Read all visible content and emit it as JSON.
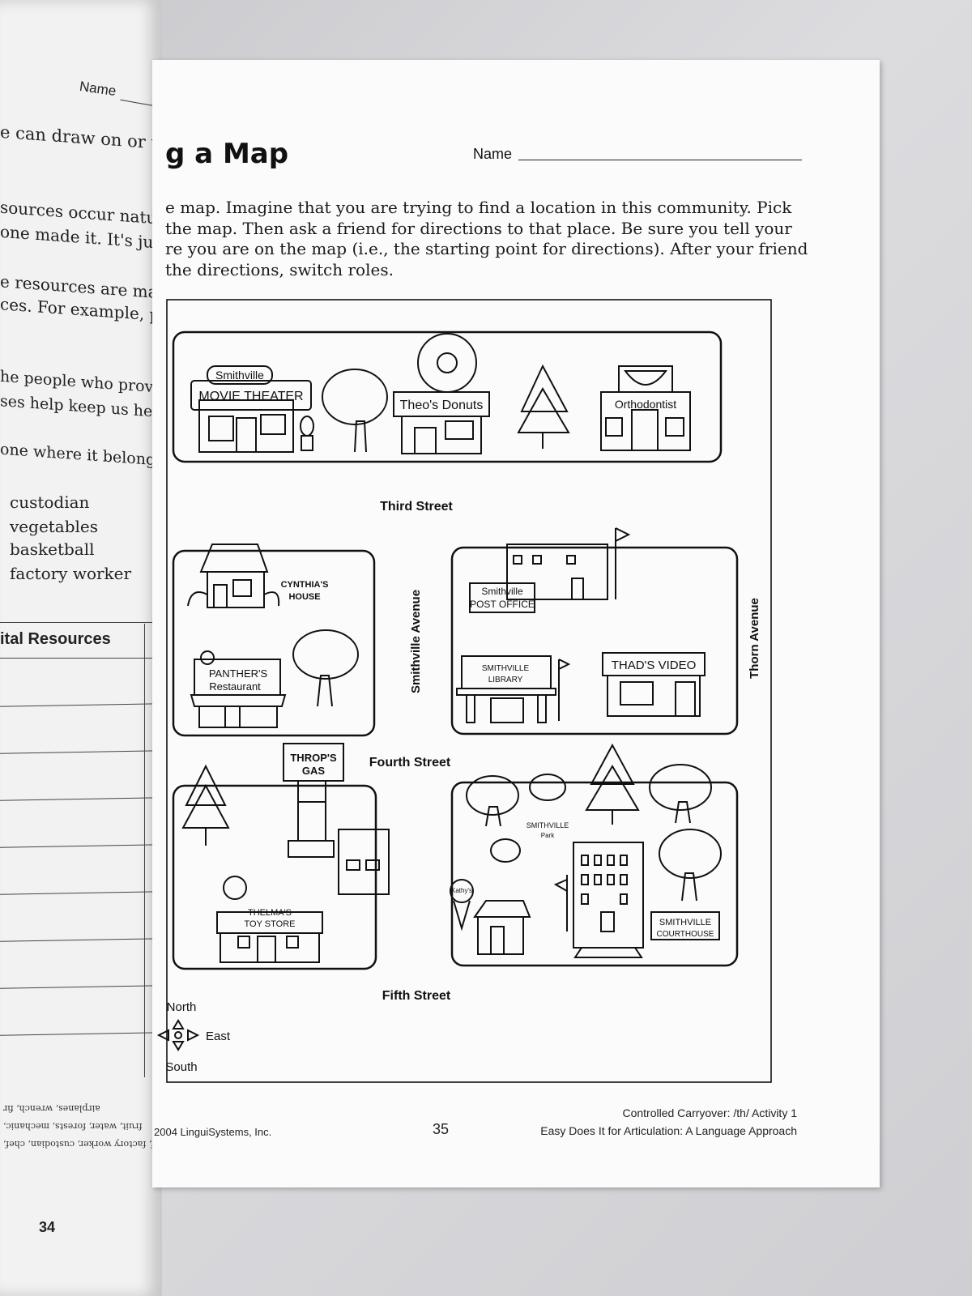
{
  "left_page": {
    "name_label": "Name",
    "lines": [
      "e can draw on or use wh",
      "sources occur naturally",
      "one made it.  It's just th",
      "e resources are made by",
      "ces.  For example, people",
      "he people who provide h",
      "ses help keep us health",
      "one where it belongs in t"
    ],
    "word_list": [
      "custodian",
      "vegetables",
      "basketball",
      "factory worker"
    ],
    "table_heading": "ital Resources",
    "upside_down_lines": [
      "shelf, factory worker, custodian, chef,",
      "fruit, water, forests, mechanic,",
      "airplanes, wrench, fir"
    ],
    "page_number": "34"
  },
  "right_page": {
    "title": "g a Map",
    "name_label": "Name",
    "instructions": [
      "e map.  Imagine that you are trying to find a location in this community.  Pick",
      "the map.  Then ask a friend for directions to that place.  Be sure you tell your",
      "re you are on the map (i.e., the starting point for directions).  After your friend",
      "the directions, switch roles."
    ],
    "footer_copyright": "2004 LinguiSystems, Inc.",
    "page_number": "35",
    "footer_activity": "Controlled Carryover:  /th/ Activity 1",
    "footer_book": "Easy Does It for Articulation:  A Language Approach"
  },
  "map": {
    "streets": {
      "third": "Third Street",
      "fourth": "Fourth Street",
      "fifth": "Fifth Street",
      "smithville_ave": "Smithville Avenue",
      "thorn_ave": "Thorn Avenue"
    },
    "buildings": {
      "movie_theater_top": "Smithville",
      "movie_theater": "MOVIE THEATER",
      "donuts": "Theo's Donuts",
      "orthodontist": "Orthodontist",
      "cynthia_1": "CYNTHIA'S",
      "cynthia_2": "HOUSE",
      "panther_1": "PANTHER'S",
      "panther_2": "Restaurant",
      "post_office_1": "Smithville",
      "post_office_2": "POST OFFICE",
      "library_1": "SMITHVILLE",
      "library_2": "LIBRARY",
      "video": "THAD'S VIDEO",
      "gas_1": "THROP'S",
      "gas_2": "GAS",
      "toy_1": "THELMA'S",
      "toy_2": "TOY STORE",
      "park_1": "SMITHVILLE",
      "park_2": "Park",
      "ice_cream": "Kathy's",
      "courthouse_1": "SMITHVILLE",
      "courthouse_2": "COURTHOUSE"
    },
    "compass": {
      "north": "North",
      "east": "East",
      "south": "South"
    }
  }
}
